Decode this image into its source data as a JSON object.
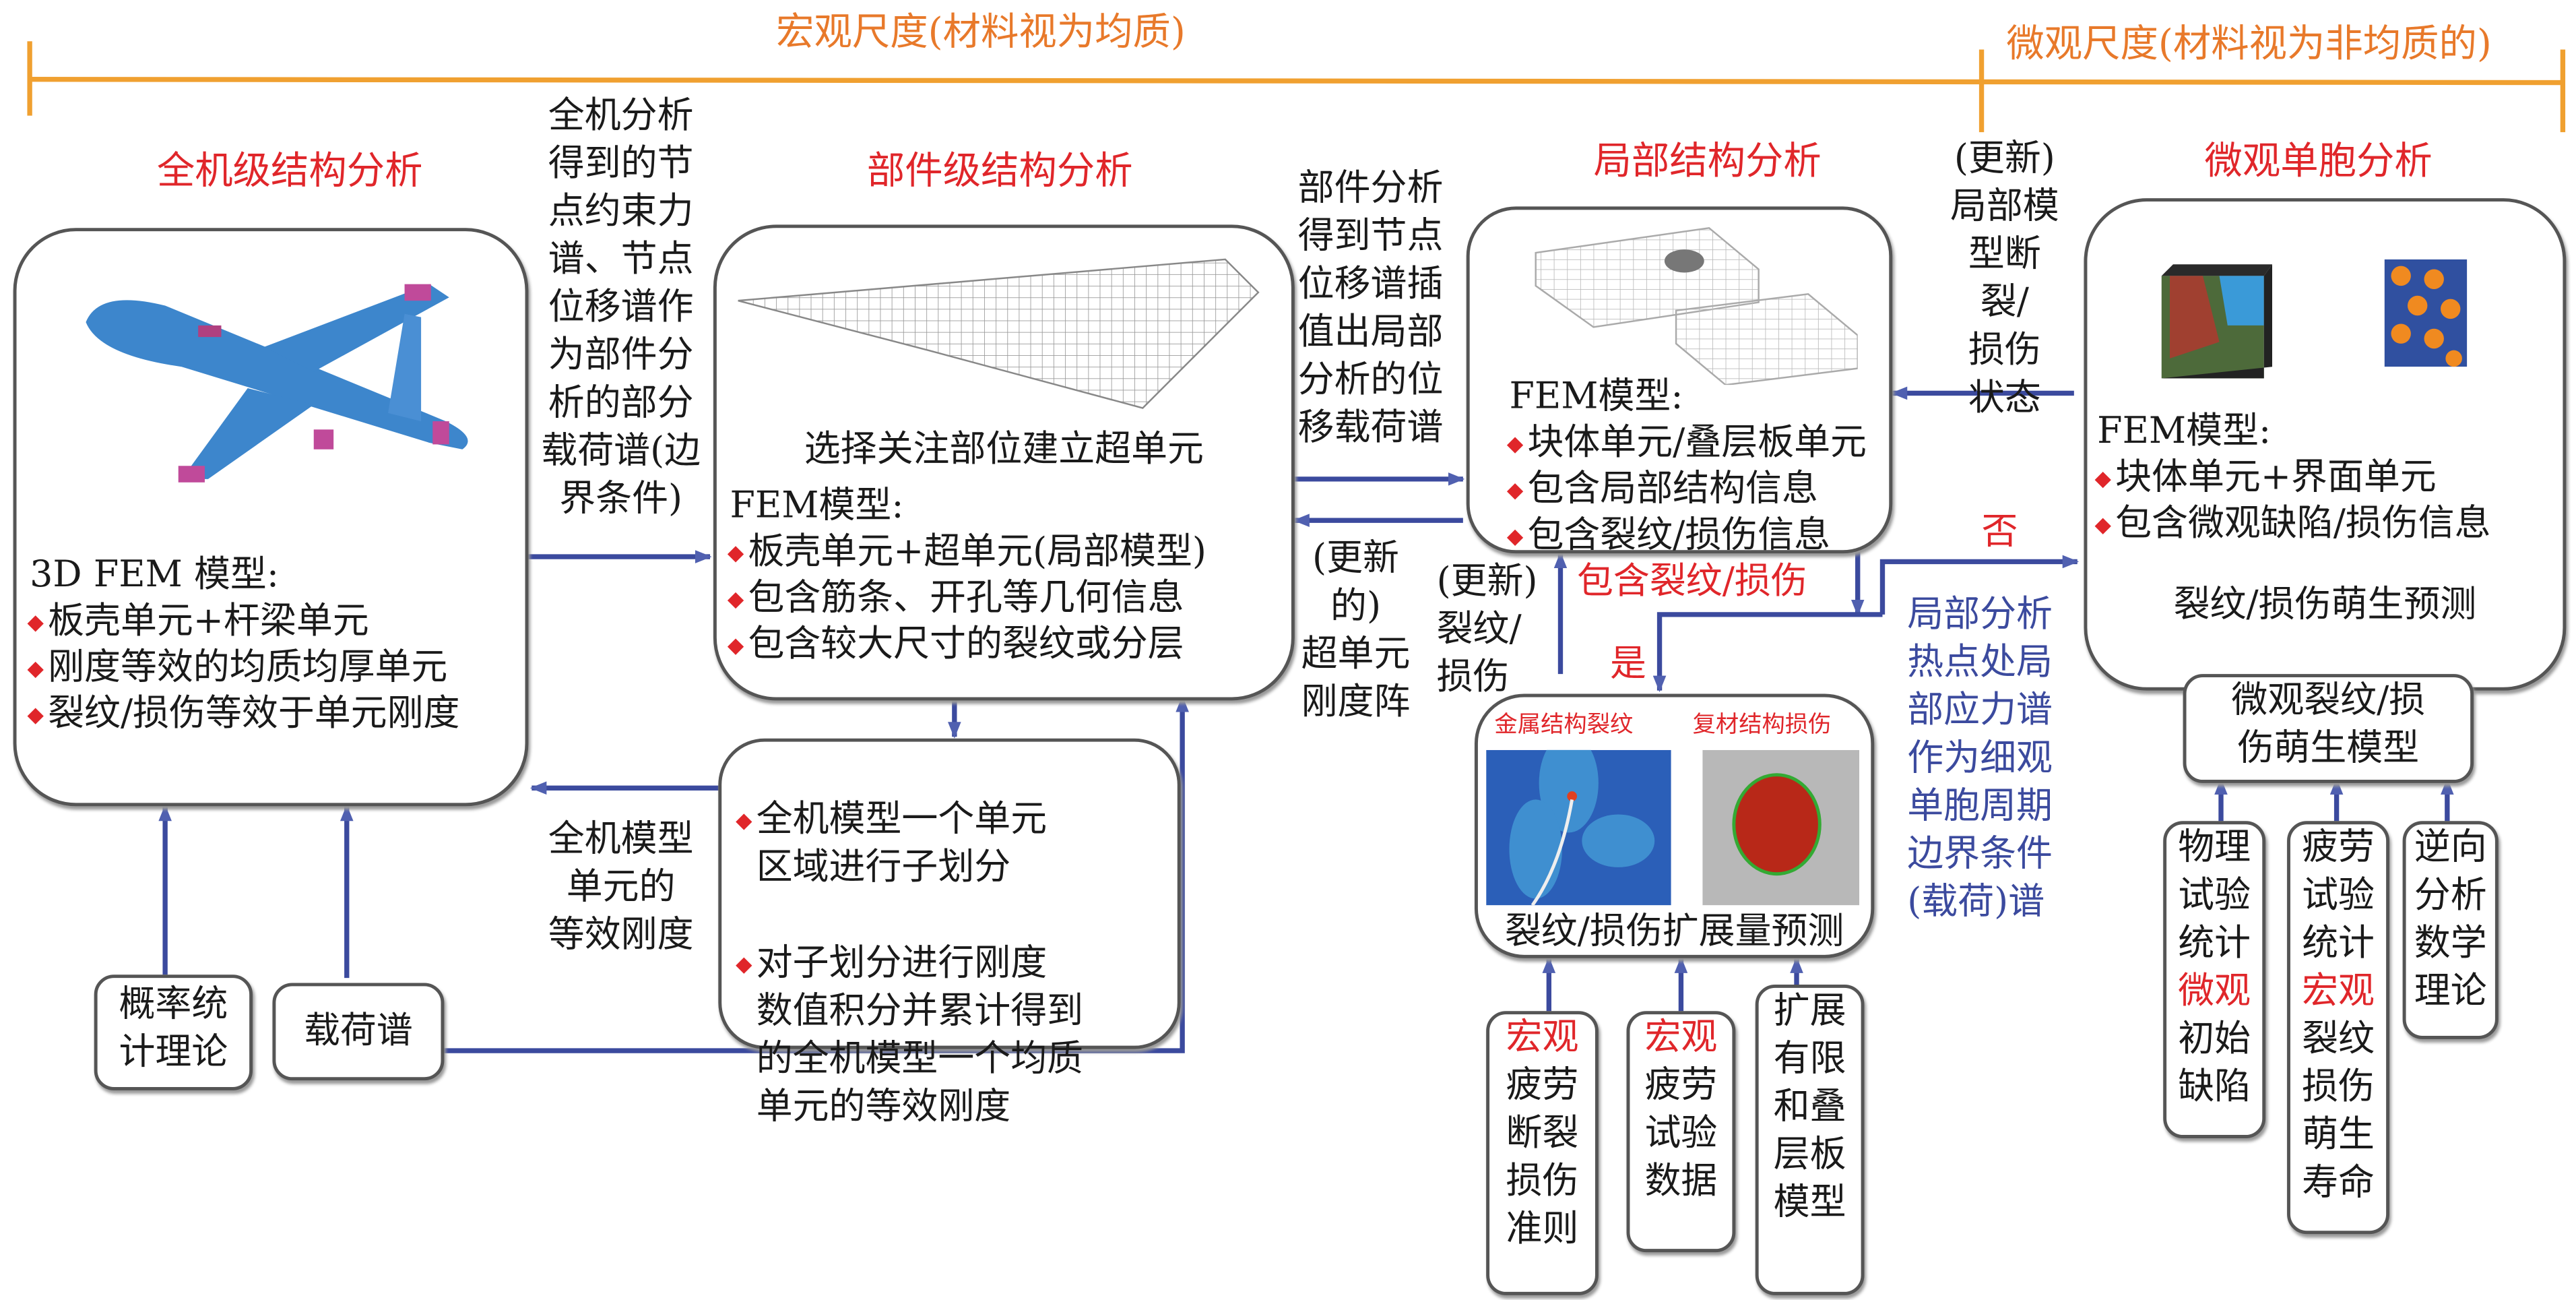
{
  "scale": {
    "macro": "宏观尺度(材料视为均质)",
    "micro": "微观尺度(材料视为非均质的)"
  },
  "aircraft": {
    "title": "全机级结构分析",
    "model": "3D FEM 模型:",
    "bullets": [
      "板壳单元+杆梁单元",
      "刚度等效的均质均厚单元",
      "裂纹/损伤等效于单元刚度"
    ]
  },
  "component": {
    "title": "部件级结构分析",
    "caption": "选择关注部位建立超单元",
    "model": "FEM模型:",
    "bullets": [
      "板壳单元+超单元(局部模型)",
      "包含筋条、开孔等几何信息",
      "包含较大尺寸的裂纹或分层"
    ]
  },
  "local": {
    "title": "局部结构分析",
    "model": "FEM模型:",
    "bullets": [
      "块体单元/叠层板单元",
      "包含局部结构信息",
      "包含裂纹/损伤信息"
    ]
  },
  "micro_cell": {
    "title": "微观单胞分析",
    "model": "FEM模型:",
    "bullets": [
      "块体单元+界面单元",
      "包含微观缺陷/损伤信息"
    ],
    "caption": "裂纹/损伤萌生预测"
  },
  "substructure": {
    "bullets": [
      "全机模型一个单元\n区域进行子划分",
      "对子划分进行刚度\n数值积分并累计得到\n的全机模型一个均质\n单元的等效刚度"
    ]
  },
  "growth": {
    "label_metal": "金属结构裂纹",
    "label_composite": "复材结构损伤",
    "caption": "裂纹/损伤扩展量预测"
  },
  "labels": {
    "aircraft_to_component": "全机分析\n得到的节\n点约束力\n谱、节点\n位移谱作\n为部件分\n析的部分\n载荷谱(边\n界条件)",
    "component_to_local": "部件分析\n得到节点\n位移谱插\n值出局部\n分析的位\n移载荷谱",
    "updated_superelement": "(更新的)\n超单元\n刚度阵",
    "updated_crack": "(更新)\n裂纹/\n损伤",
    "updated_local": "(更新)\n局部模\n型断裂/\n损伤\n状态",
    "equivalent_stiffness": "全机模型\n单元的\n等效刚度",
    "contains_crack": "包含裂纹/损伤",
    "no": "否",
    "yes": "是",
    "hotspot": "局部分析\n热点处局\n部应力谱\n作为细观\n单胞周期\n边界条件\n(载荷)谱"
  },
  "inputs": {
    "probability": "概率统\n计理论",
    "load_spectrum": "载荷谱",
    "micro_model": "微观裂纹/损\n伤萌生模型",
    "macro_criterion": {
      "red": "宏观",
      "rest": "疲劳\n断裂\n损伤\n准则"
    },
    "macro_test": {
      "red": "宏观",
      "rest": "疲劳\n试验\n数据"
    },
    "extended_fem": "扩展\n有限\n和叠\n层板\n模型",
    "physical_test": {
      "top": "物理\n试验\n统计",
      "red": "微观",
      "rest": "初始\n缺陷"
    },
    "fatigue_test": {
      "top": "疲劳\n试验\n统计",
      "red": "宏观",
      "rest": "裂纹\n损伤\n萌生\n寿命"
    },
    "inverse": "逆向\n分析\n数学\n理论"
  },
  "colors": {
    "orange": "#e8792a",
    "red": "#e0262a",
    "blue": "#3b4a9e"
  }
}
